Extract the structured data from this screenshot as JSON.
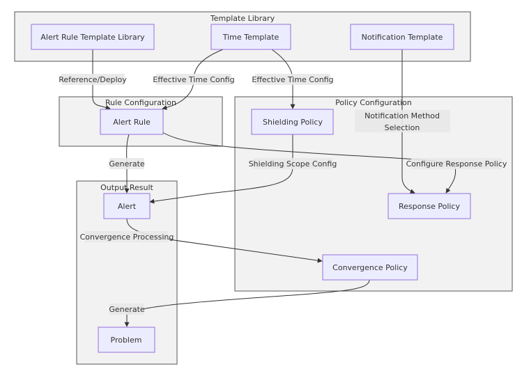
{
  "colors": {
    "cluster_fill": "#f2f2f2",
    "cluster_stroke": "#555555",
    "node_fill": "#ececff",
    "node_stroke": "#9370db",
    "edge": "#333333"
  },
  "clusters": {
    "template_library": "Template Library",
    "rule_configuration": "Rule Configuration",
    "policy_configuration": "Policy Configuration",
    "output_result": "Output Result"
  },
  "nodes": {
    "alert_rule_template_library": "Alert Rule Template Library",
    "time_template": "Time Template",
    "notification_template": "Notification Template",
    "alert_rule": "Alert Rule",
    "shielding_policy": "Shielding Policy",
    "notification_method_selection_line1": "Notification Method",
    "notification_method_selection_line2": "Selection",
    "response_policy": "Response Policy",
    "alert": "Alert",
    "convergence_policy": "Convergence Policy",
    "problem": "Problem"
  },
  "edge_labels": {
    "reference_deploy": "Reference/Deploy",
    "effective_time_config_rule": "Effective Time Config",
    "effective_time_config_shield": "Effective Time Config",
    "generate_alert": "Generate",
    "shielding_scope_config": "Shielding Scope Config",
    "configure_response_policy": "Configure Response Policy",
    "convergence_processing": "Convergence Processing",
    "generate_problem": "Generate"
  }
}
